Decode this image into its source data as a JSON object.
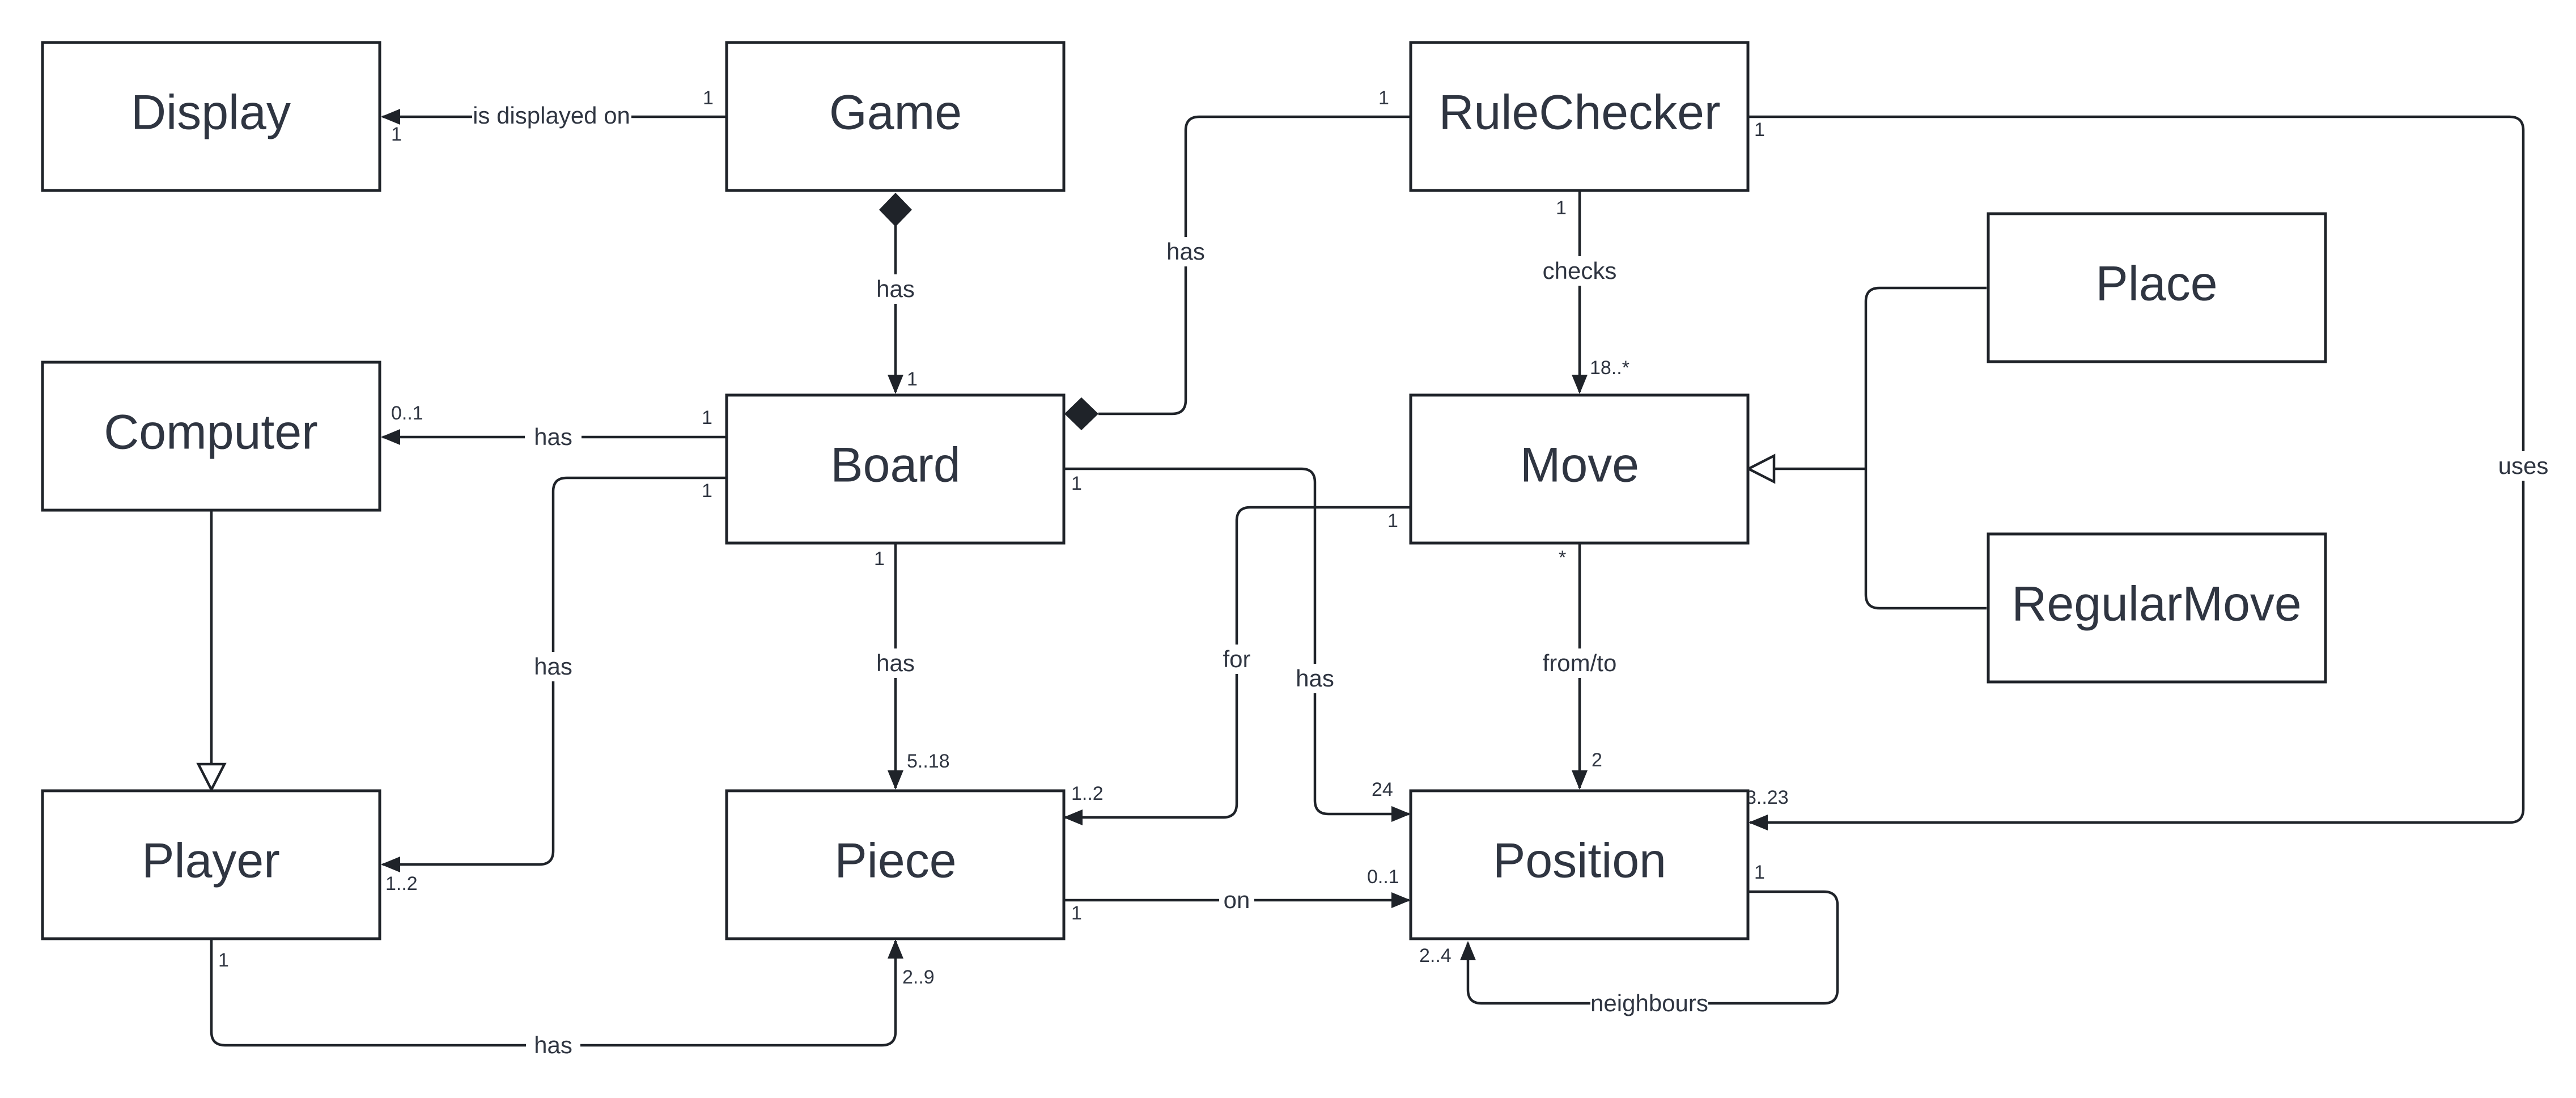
{
  "classes": {
    "display": "Display",
    "game": "Game",
    "rulechecker": "RuleChecker",
    "computer": "Computer",
    "board": "Board",
    "move": "Move",
    "place": "Place",
    "regularmove": "RegularMove",
    "player": "Player",
    "piece": "Piece",
    "position": "Position"
  },
  "associations": {
    "game_display": {
      "label": "is displayed on",
      "mult_from": "1",
      "mult_to": "1"
    },
    "game_board": {
      "label": "has",
      "mult_to": "1"
    },
    "rulechecker_board": {
      "label": "has",
      "mult_from": "1"
    },
    "rulechecker_move": {
      "label": "checks",
      "mult_from": "1",
      "mult_to": "18..*"
    },
    "rulechecker_position": {
      "label": "uses",
      "mult_from": "1",
      "mult_to": "3..23"
    },
    "board_computer": {
      "label": "has",
      "mult_from": "1",
      "mult_to": "0..1"
    },
    "board_player": {
      "label": "has",
      "mult_from": "1",
      "mult_to": "1..2"
    },
    "board_piece": {
      "label": "has",
      "mult_from": "1",
      "mult_to": "5..18"
    },
    "board_position": {
      "label": "has",
      "mult_from": "1",
      "mult_to": "24"
    },
    "move_piece": {
      "label": "for",
      "mult_from": "1",
      "mult_to": "1..2"
    },
    "move_position": {
      "label": "from/to",
      "mult_from": "*",
      "mult_to": "2"
    },
    "piece_position": {
      "label": "on",
      "mult_from": "1",
      "mult_to": "0..1"
    },
    "position_neighbours": {
      "label": "neighbours",
      "mult_from": "1",
      "mult_to": "2..4"
    },
    "player_piece": {
      "label": "has",
      "mult_from": "1",
      "mult_to": "2..9"
    }
  }
}
